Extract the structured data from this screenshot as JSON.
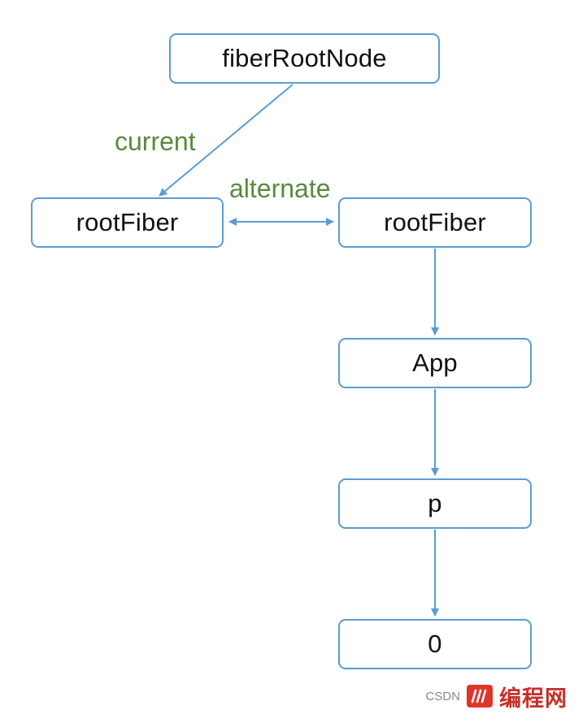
{
  "nodes": {
    "fiber_root_node": "fiberRootNode",
    "root_fiber_current": "rootFiber",
    "root_fiber_wip": "rootFiber",
    "app": "App",
    "p": "p",
    "zero": "0"
  },
  "edges": {
    "current_label": "current",
    "alternate_label": "alternate"
  },
  "watermark": {
    "csdn": "CSDN",
    "site_name": "编程网"
  },
  "colors": {
    "node_border": "#5b9bd5",
    "arrow": "#5b9bd5",
    "label_green": "#5a8a3c",
    "watermark_red": "#e0342b"
  }
}
